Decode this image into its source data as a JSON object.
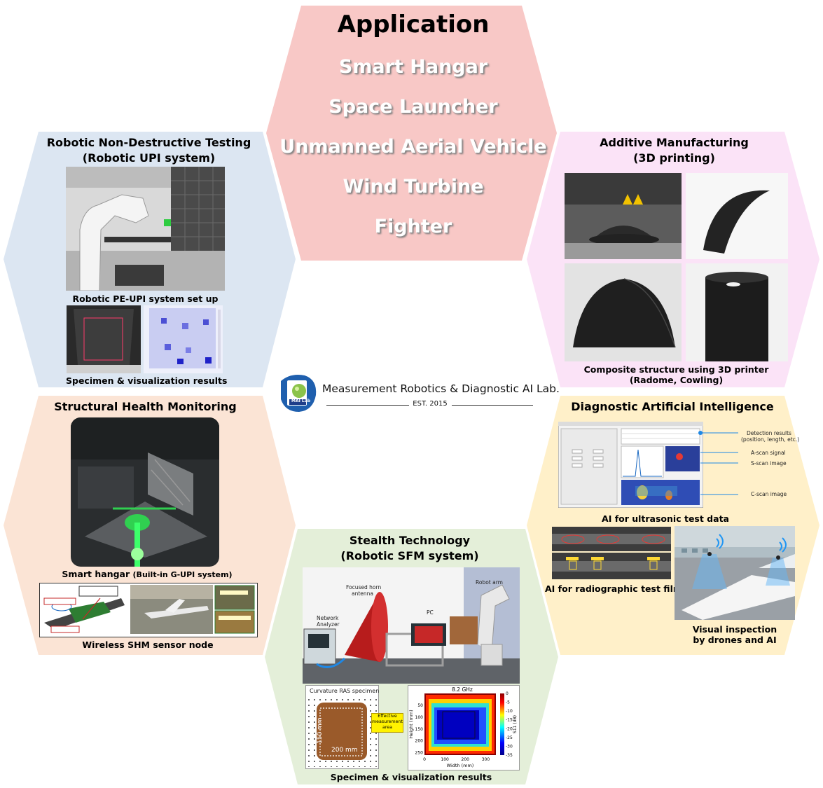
{
  "application": {
    "title": "Application",
    "items": [
      "Smart Hangar",
      "Space Launcher",
      "Unmanned Aerial Vehicle",
      "Wind Turbine",
      "Fighter"
    ]
  },
  "ndt": {
    "title": "Robotic Non-Destructive Testing",
    "subtitle": "(Robotic UPI system)",
    "caption_setup": "Robotic PE-UPI system set up",
    "caption_results": "Specimen & visualization results"
  },
  "am": {
    "title": "Additive Manufacturing",
    "subtitle": "(3D printing)",
    "caption_line1": "Composite structure using 3D printer",
    "caption_line2": "(Radome, Cowling)"
  },
  "lab": {
    "logo_text": "MAI Lab",
    "name": "Measurement Robotics & Diagnostic AI Lab.",
    "est": "EST. 2015"
  },
  "shm": {
    "title": "Structural Health Monitoring",
    "caption_hangar": "Smart hangar",
    "caption_hangar_note": "(Built-in G-UPI system)",
    "caption_sensor": "Wireless SHM sensor node"
  },
  "dai": {
    "title": "Diagnostic Artificial Intelligence",
    "labels": {
      "detection": "Detection results",
      "detection_note": "(position, length, etc.)",
      "ascan": "A-scan signal",
      "sscan": "S-scan image",
      "cscan": "C-scan image"
    },
    "caption_ultrasonic": "AI for ultrasonic test data",
    "caption_radiographic": "AI for radiographic test film",
    "caption_visual_line1": "Visual inspection",
    "caption_visual_line2": "by drones and AI"
  },
  "stealth": {
    "title": "Stealth Technology",
    "subtitle": "(Robotic SFM system)",
    "labels": {
      "horn": "Focused horn",
      "horn2": "antenna",
      "arm": "Robot arm",
      "analyzer": "Network",
      "analyzer2": "Analyzer",
      "pc": "PC"
    },
    "specimen": {
      "title": "Curvature RAS specimen",
      "dim_h": "150 mm",
      "dim_w": "200 mm",
      "effective_line1": "Effective",
      "effective_line2": "measurement",
      "effective_line3": "area"
    },
    "caption": "Specimen & visualization results"
  },
  "colors": {
    "application_hex": "#f8c8c6",
    "ndt_hex": "#dce6f2",
    "am_hex": "#fbe3f7",
    "shm_hex": "#fbe4d5",
    "dai_hex": "#fff0c9",
    "stealth_hex": "#e4efd9"
  },
  "chart_data": {
    "type": "heatmap",
    "title": "8.2 GHz",
    "xlabel": "Width (mm)",
    "ylabel": "Height (mm)",
    "colorbar_label": "S11 (dB)",
    "x_ticks": [
      0,
      100,
      200,
      300
    ],
    "y_ticks": [
      50,
      100,
      150,
      200,
      250
    ],
    "colorbar_ticks": [
      0,
      -5,
      -10,
      -15,
      -20,
      -25,
      -30,
      -35
    ],
    "xlim": [
      0,
      350
    ],
    "ylim": [
      0,
      260
    ],
    "clim": [
      -35,
      0
    ]
  }
}
